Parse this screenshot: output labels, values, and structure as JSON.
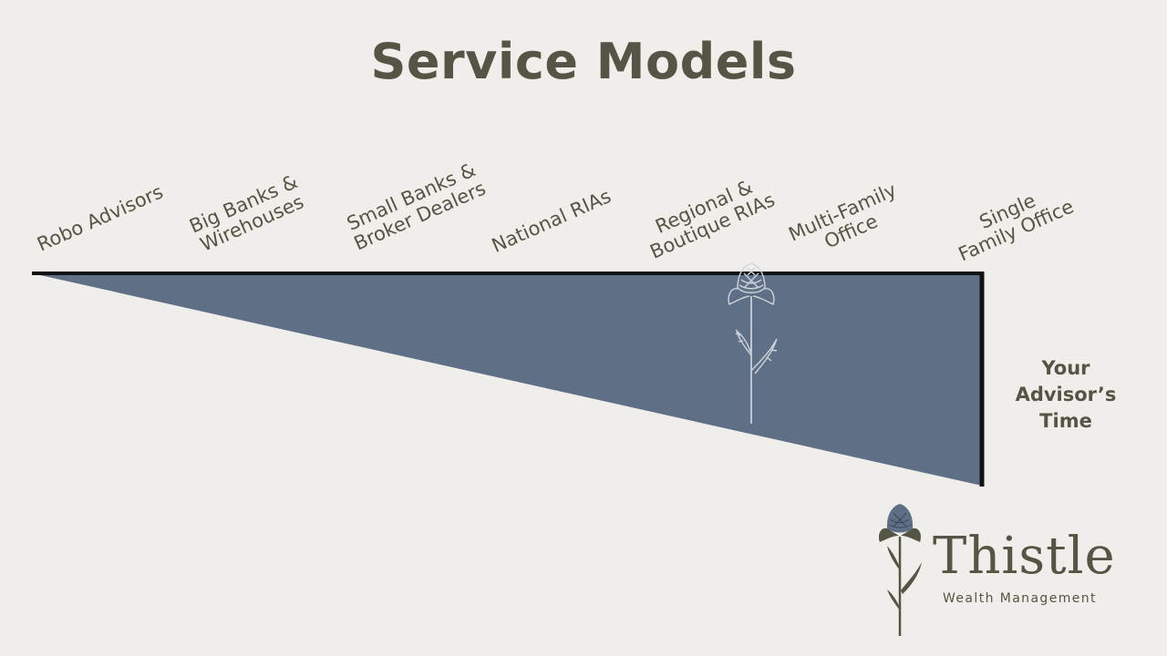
{
  "title": "Service Models",
  "categories": [
    [
      "Robo Advisors"
    ],
    [
      "Big Banks &",
      "Wirehouses"
    ],
    [
      "Small Banks &",
      "Broker Dealers"
    ],
    [
      "National RIAs"
    ],
    [
      "Regional &",
      "Boutique RIAs"
    ],
    [
      "Multi-Family",
      "Office"
    ],
    [
      "Single",
      "Family Office"
    ]
  ],
  "side_label": [
    "Your",
    "Advisor’s",
    "Time"
  ],
  "logo": {
    "name": "Thistle",
    "tagline": "Wealth Management"
  },
  "colors": {
    "background": "#f0eeeb",
    "wedge": "#5f6f85",
    "text": "#545544",
    "outline": "#111111"
  },
  "icons": [
    "thistle-flower-icon"
  ]
}
